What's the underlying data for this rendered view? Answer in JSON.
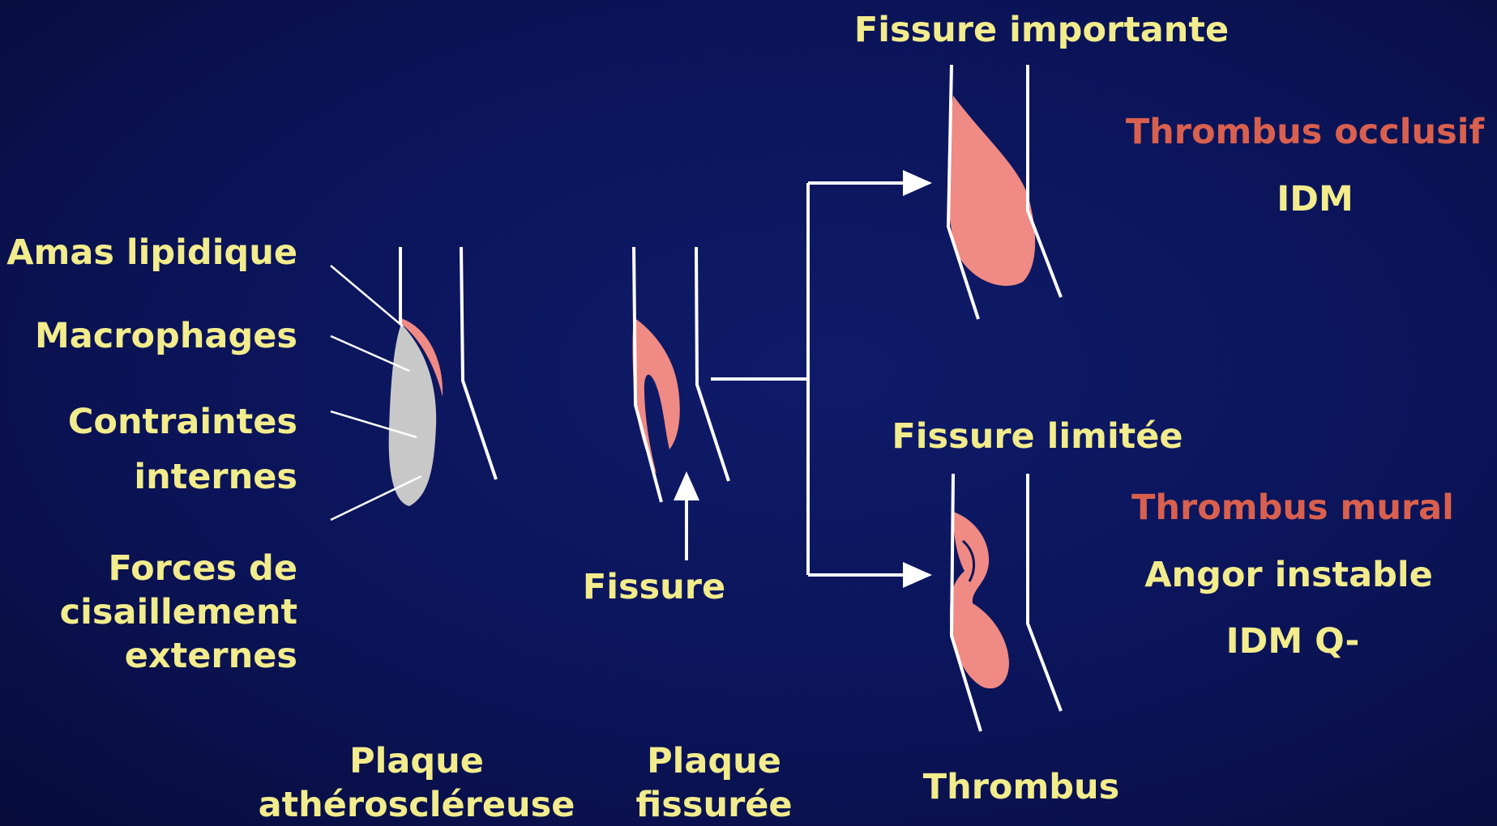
{
  "colors": {
    "background": "#0b1458",
    "label_yellow": "#f2ec8c",
    "label_red": "#d9604e",
    "vessel_wall": "#ffffff",
    "lipid_plaque": "#c8c8c8",
    "thrombus_pink": "#ef8a84"
  },
  "left": {
    "amas_lipidique": "Amas lipidique",
    "macrophages": "Macrophages",
    "contraintes": "Contraintes",
    "internes": "internes",
    "forces_de": "Forces de",
    "cisaillement": "cisaillement",
    "externes": "externes"
  },
  "middle": {
    "fissure": "Fissure"
  },
  "bottom": {
    "plaque_1": "Plaque",
    "atherosclereuse": "athéroscléreuse",
    "plaque_2": "Plaque",
    "fissuree": "fissurée",
    "thrombus": "Thrombus"
  },
  "top_branch": {
    "title": "Fissure importante",
    "outcome": "Thrombus occlusif",
    "detail": "IDM"
  },
  "bottom_branch": {
    "title": "Fissure limitée",
    "outcome": "Thrombus mural",
    "detail_1": "Angor instable",
    "detail_2": "IDM Q-"
  }
}
